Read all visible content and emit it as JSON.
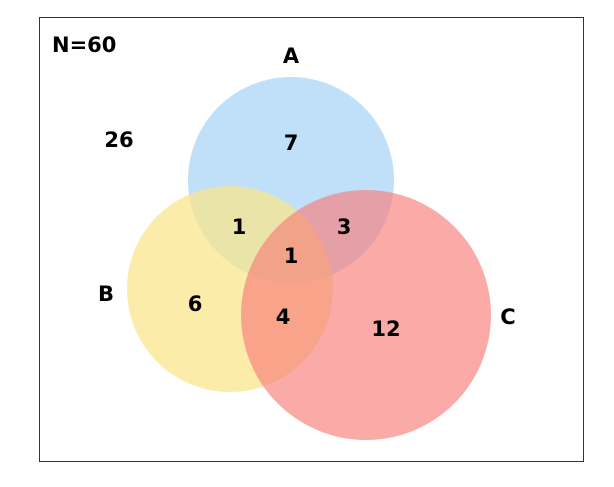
{
  "diagram": {
    "total_label": "N=60",
    "outside_count": "26",
    "sets": [
      {
        "key": "a",
        "name": "A",
        "color": "#a9d6f5"
      },
      {
        "key": "b",
        "name": "B",
        "color": "#fae68e"
      },
      {
        "key": "c",
        "name": "C",
        "color": "#f87e7a"
      }
    ],
    "regions": {
      "a_only": "7",
      "b_only": "6",
      "c_only": "12",
      "ab_only": "1",
      "ac_only": "3",
      "bc_only": "4",
      "abc": "1"
    }
  }
}
